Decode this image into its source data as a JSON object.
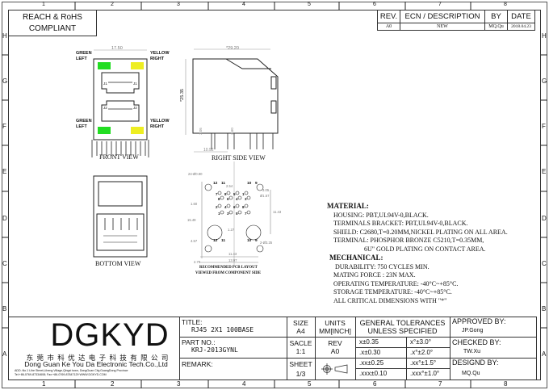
{
  "frame": {
    "columns": [
      "1",
      "2",
      "3",
      "4",
      "5",
      "6",
      "7",
      "8"
    ],
    "rows": [
      "H",
      "G",
      "F",
      "E",
      "D",
      "C",
      "B",
      "A"
    ]
  },
  "compliance": {
    "line1": "REACH & RoHS",
    "line2": "COMPLIANT"
  },
  "revision_table": {
    "headers": [
      "REV.",
      "ECN / DESCRIPTION",
      "BY",
      "DATE"
    ],
    "rows": [
      [
        "A0",
        "NEW",
        "MQ.Qu",
        "2018.04.23"
      ]
    ]
  },
  "views": {
    "front": {
      "title": "FRONT VIEW",
      "dim_width": "17.50",
      "led_labels": [
        "GREEN",
        "LEFT",
        "YELLOW",
        "RIGHT"
      ],
      "port_labels": [
        "J1",
        "J1",
        "J2",
        "J2"
      ],
      "led_colors": {
        "green": "#22dd22",
        "yellow": "#eeee22"
      }
    },
    "side": {
      "title": "RIGHT SIDE VIEW",
      "dim_length": "*29.20",
      "dim_height": "*25.35",
      "dim_a": "3.05",
      "dim_b": "3.60",
      "dim_c": "10.92"
    },
    "bottom": {
      "title": "BOTTOM VIEW"
    },
    "pcb": {
      "title_line1": "RECOMMENDED PCB LAYOUT",
      "title_line2": "VIEWED FROM COMPONENT SIDE",
      "pins_top": [
        "12",
        "11",
        "10",
        "9"
      ],
      "pins_row1": [
        "7",
        "8",
        "5",
        "1"
      ],
      "pins_row2": [
        "8",
        "6",
        "4",
        "3"
      ],
      "pins_row3": [
        "2",
        "4",
        "6",
        "8"
      ],
      "pins_row4": [
        "1",
        "3",
        "5",
        "7"
      ],
      "pins_bottom": [
        "12",
        "11",
        "10",
        "9"
      ],
      "dims": [
        "24-Ø0.90",
        "2.54",
        "Ø1.57",
        "1.60",
        "15.49",
        "11.43",
        "1.27",
        "4.57",
        "11.43",
        "13.97",
        "2.79",
        "2-Ø3.25",
        "3.05"
      ]
    }
  },
  "notes": {
    "material_heading": "MATERIAL:",
    "material": [
      "HOUSING: PBT,UL94V-0,BLACK.",
      "TERMINALS BRACKET:  PBT,UL94V-0,BLACK.",
      "SHIELD: C2680,T=0.20MM,NICKEL  PLATING ON ALL AREA.",
      "TERMINAL:  PHOSPHOR BRONZE  C5210,T=0.35MM,",
      "6U\" GOLD PLATING ON CONTACT AREA."
    ],
    "mechanical_heading": "MECHANICAL:",
    "mechanical": [
      "DURABILITY: 750 CYCLES MIN.",
      "MATING FORCE : 23N MAX.",
      "OPERATING TEMPERATURE:  -40°C~+85°C.",
      "STORAGE TEMPERATURE:  -40°C~+85°C.",
      "ALL CRITICAL DIMENSIONS WITH \"*\""
    ]
  },
  "title_block": {
    "logo": "DGKYD",
    "company_cn": "东 莞 市 科 优 达 电 子 科 技 有 限 公 司",
    "company_en": "Dong Guan Ke You Da Electronic Tech.Co.,Ltd",
    "address": "ADD.:No.1 Lihe Street,Liheng Village,Qingxi town, DongGuan City,GuangDong Province",
    "contact": "Tel:+86-0769-87334608; Fax:+86-0769-87847129  WWW.DGKYD.COM",
    "title_label": "TITLE:",
    "title": "RJ45 2X1 100BASE",
    "part_label": "PART NO.:",
    "part": "KRJ-2013GYNL",
    "remark_label": "REMARK:",
    "size_label": "SIZE",
    "size": "A4",
    "units_label": "UNITS",
    "units": "MM[INCH]",
    "scale_label": "SACLE",
    "scale": "1:1",
    "rev_label": "REV",
    "rev": "A0",
    "sheet_label": "SHEET",
    "sheet": "1/3",
    "tol_label1": "GENERAL TOLERANCES",
    "tol_label2": "UNLESS SPECIFIED",
    "tolerances": [
      [
        "x±0.35",
        "x°±3.0°"
      ],
      [
        ".x±0.30",
        ".x°±2.0°"
      ],
      [
        ".xx±0.25",
        ".xx°±1.5°"
      ],
      [
        ".xxx±0.10",
        ".xxx°±1.0°"
      ]
    ],
    "approved_label": "APPROVED BY:",
    "approved": "JP.Gong",
    "checked_label": "CHECKED BY:",
    "checked": "TW.Xu",
    "designed_label": "DESIGND BY:",
    "designed": "MQ.Qu"
  }
}
